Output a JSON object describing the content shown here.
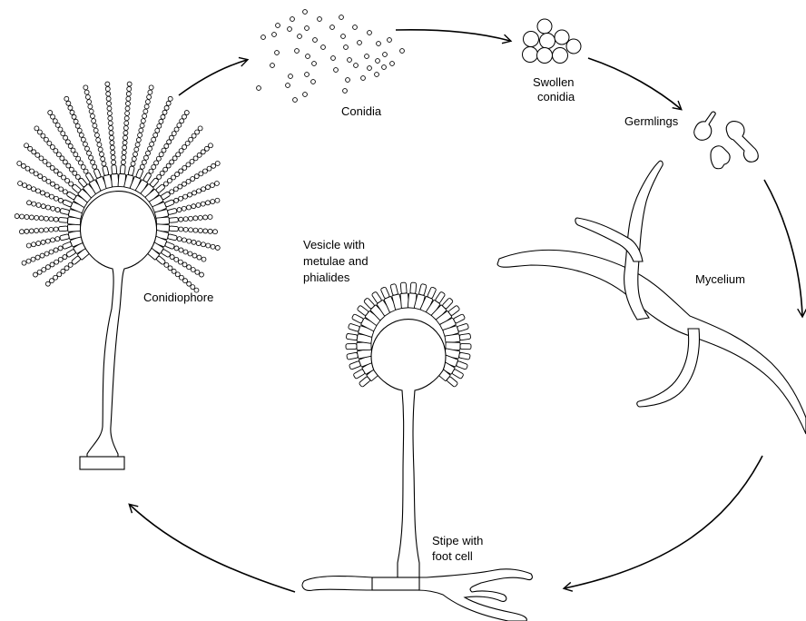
{
  "labels": {
    "conidia": "Conidia",
    "swollen_conidia": [
      "Swollen",
      "conidia"
    ],
    "germlings": "Germlings",
    "mycelium": "Mycelium",
    "vesicle": [
      "Vesicle with",
      "metulae and",
      "phialides"
    ],
    "conidiophore": "Conidiophore",
    "stipe": [
      "Stipe with",
      "foot cell"
    ]
  },
  "colors": {
    "stroke": "#000000",
    "fill": "#ffffff"
  }
}
